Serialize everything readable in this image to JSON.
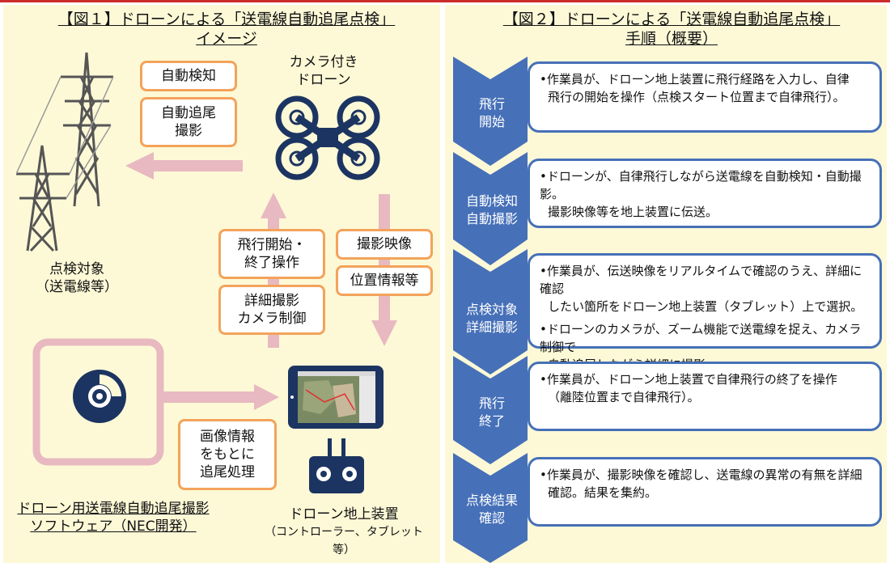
{
  "figure1": {
    "title_line1": "【図１】ドローンによる「送電線自動追尾点検」",
    "title_line2": "イメージ",
    "drone_label_line1": "カメラ付き",
    "drone_label_line2": "ドローン",
    "target_label_line1": "点検対象",
    "target_label_line2": "（送電線等）",
    "box_auto_detect": "自動検知",
    "box_auto_track_line1": "自動追尾",
    "box_auto_track_line2": "撮影",
    "box_flight_line1": "飛行開始・",
    "box_flight_line2": "終了操作",
    "box_detail_line1": "詳細撮影",
    "box_detail_line2": "カメラ制御",
    "box_video": "撮影映像",
    "box_position": "位置情報等",
    "box_image_line1": "画像情報",
    "box_image_line2": "をもとに",
    "box_image_line3": "追尾処理",
    "software_line1": "ドローン用送電線自動追尾撮影",
    "software_line2": "ソフトウェア（NEC開発）",
    "ground_line1": "ドローン地上装置",
    "ground_line2": "（コントローラー、タブレット等）"
  },
  "figure2": {
    "title_line1": "【図２】ドローンによる「送電線自動追尾点検」",
    "title_line2": "手順（概要）",
    "steps": [
      {
        "label_line1": "飛行",
        "label_line2": "開始",
        "bullet1_line1": "•作業員が、ドローン地上装置に飛行経路を入力し、自律",
        "bullet1_line2": "飛行の開始を操作（点検スタート位置まで自律飛行）。"
      },
      {
        "label_line1": "自動検知",
        "label_line2": "自動撮影",
        "bullet1_line1": "•ドローンが、自律飛行しながら送電線を自動検知・自動撮影。",
        "bullet1_line2": "撮影映像等を地上装置に伝送。"
      },
      {
        "label_line1": "点検対象",
        "label_line2": "詳細撮影",
        "bullet1_line1": "•作業員が、伝送映像をリアルタイムで確認のうえ、詳細に確認",
        "bullet1_line2": "したい箇所をドローン地上装置（タブレット）上で選択。",
        "bullet2_line1": "•ドローンのカメラが、ズーム機能で送電線を捉え、カメラ制御で",
        "bullet2_line2": "自動追尾しながら詳細に撮影。"
      },
      {
        "label_line1": "飛行",
        "label_line2": "終了",
        "bullet1_line1": "•作業員が、ドローン地上装置で自律飛行の終了を操作",
        "bullet1_line2": "（離陸位置まで自律飛行）。"
      },
      {
        "label_line1": "点検結果",
        "label_line2": "確認",
        "bullet1_line1": "•作業員が、撮影映像を確認し、送電線の異常の有無を詳細",
        "bullet1_line2": "確認。結果を集約。"
      }
    ]
  },
  "colors": {
    "panel_bg": "#fdf9d7",
    "box_border_orange": "#f3a35a",
    "arrow_pink": "#e8b9c0",
    "navy": "#1c3461",
    "steel_blue": "#4670b8",
    "tower_gray": "#555555"
  },
  "icons": [
    "transmission-tower-icon",
    "quadcopter-drone-icon",
    "software-disc-icon",
    "tablet-icon",
    "controller-icon"
  ]
}
